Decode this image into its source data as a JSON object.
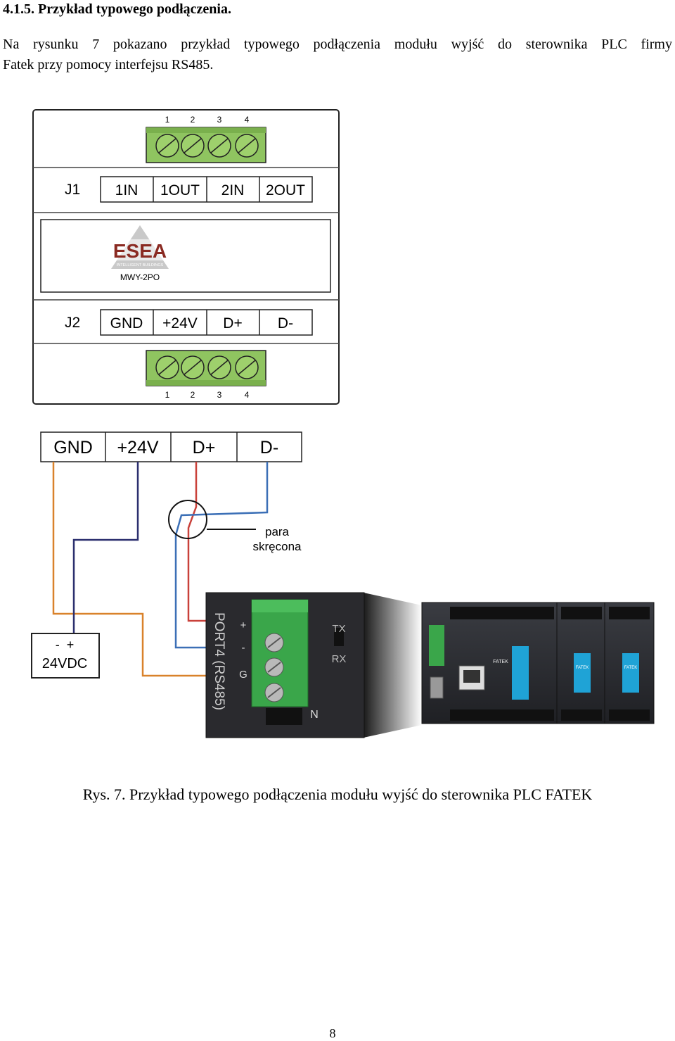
{
  "section": {
    "heading": "4.1.5. Przykład typowego podłączenia.",
    "intro_line1": "Na rysunku 7 pokazano przykład typowego podłączenia modułu wyjść do sterownika PLC firmy",
    "intro_line2": "Fatek przy pomocy interfejsu RS485."
  },
  "module": {
    "top_pins": [
      "1",
      "2",
      "3",
      "4"
    ],
    "j1_label": "J1",
    "j1_terminals": [
      "1IN",
      "1OUT",
      "2IN",
      "2OUT"
    ],
    "logo_text": "ESEA",
    "logo_tagline": "INTELLIGENT BUILDINGS",
    "model": "MWY-2PO",
    "j2_label": "J2",
    "j2_terminals": [
      "GND",
      "+24V",
      "D+",
      "D-"
    ],
    "bottom_pins": [
      "1",
      "2",
      "3",
      "4"
    ]
  },
  "wiring": {
    "terminals": [
      "GND",
      "+24V",
      "D+",
      "D-"
    ],
    "twisted_pair_line1": "para",
    "twisted_pair_line2": "skręcona",
    "psu_polarity": "-  +",
    "psu_label": "24VDC",
    "wire_colors": {
      "orange": "#d9822b",
      "navy": "#2b2f6e",
      "red": "#c9413a",
      "blue": "#3b6fb6"
    }
  },
  "plc": {
    "port_label": "PORT4 (RS485)",
    "port_pins": [
      "+",
      "-",
      "G"
    ],
    "tx": "TX",
    "rx": "RX",
    "n": "N",
    "brand": "FATEK"
  },
  "caption": "Rys. 7. Przykład typowego podłączenia modułu wyjść do sterownika PLC FATEK",
  "page_number": "8"
}
